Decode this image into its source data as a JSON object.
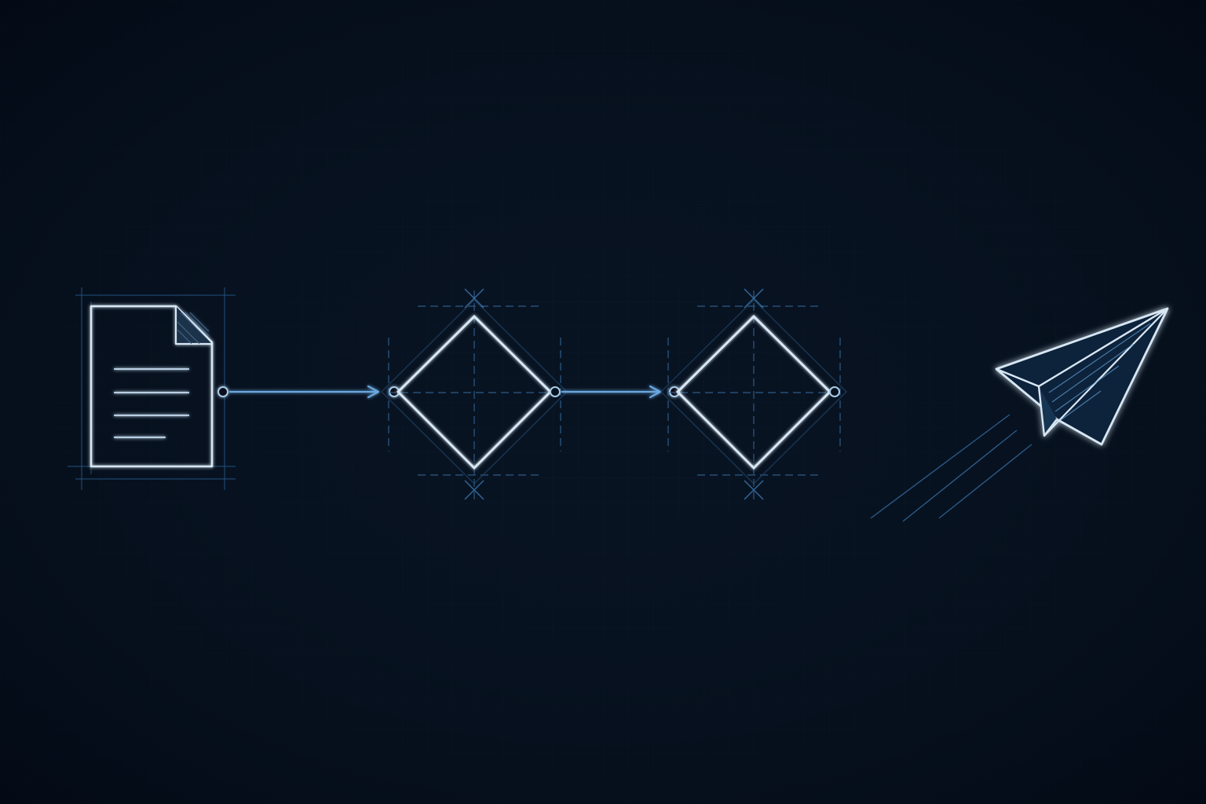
{
  "diagram": {
    "type": "process-flow",
    "background_color": "#07111f",
    "grid_color": "#102033",
    "line_color": "#d8e7f4",
    "accent_color": "#5f9fd6",
    "guide_color": "#3a73a8",
    "nodes": [
      {
        "id": "document",
        "shape": "document",
        "icon": "document-icon"
      },
      {
        "id": "decision-1",
        "shape": "diamond"
      },
      {
        "id": "decision-2",
        "shape": "diamond"
      },
      {
        "id": "send",
        "shape": "paper-plane",
        "icon": "paper-plane-icon"
      }
    ],
    "connectors": [
      {
        "from": "document",
        "to": "decision-1",
        "arrow": true
      },
      {
        "from": "decision-1",
        "to": "decision-2",
        "arrow": true
      },
      {
        "from": "decision-2",
        "to": "send",
        "arrow": true
      }
    ]
  }
}
